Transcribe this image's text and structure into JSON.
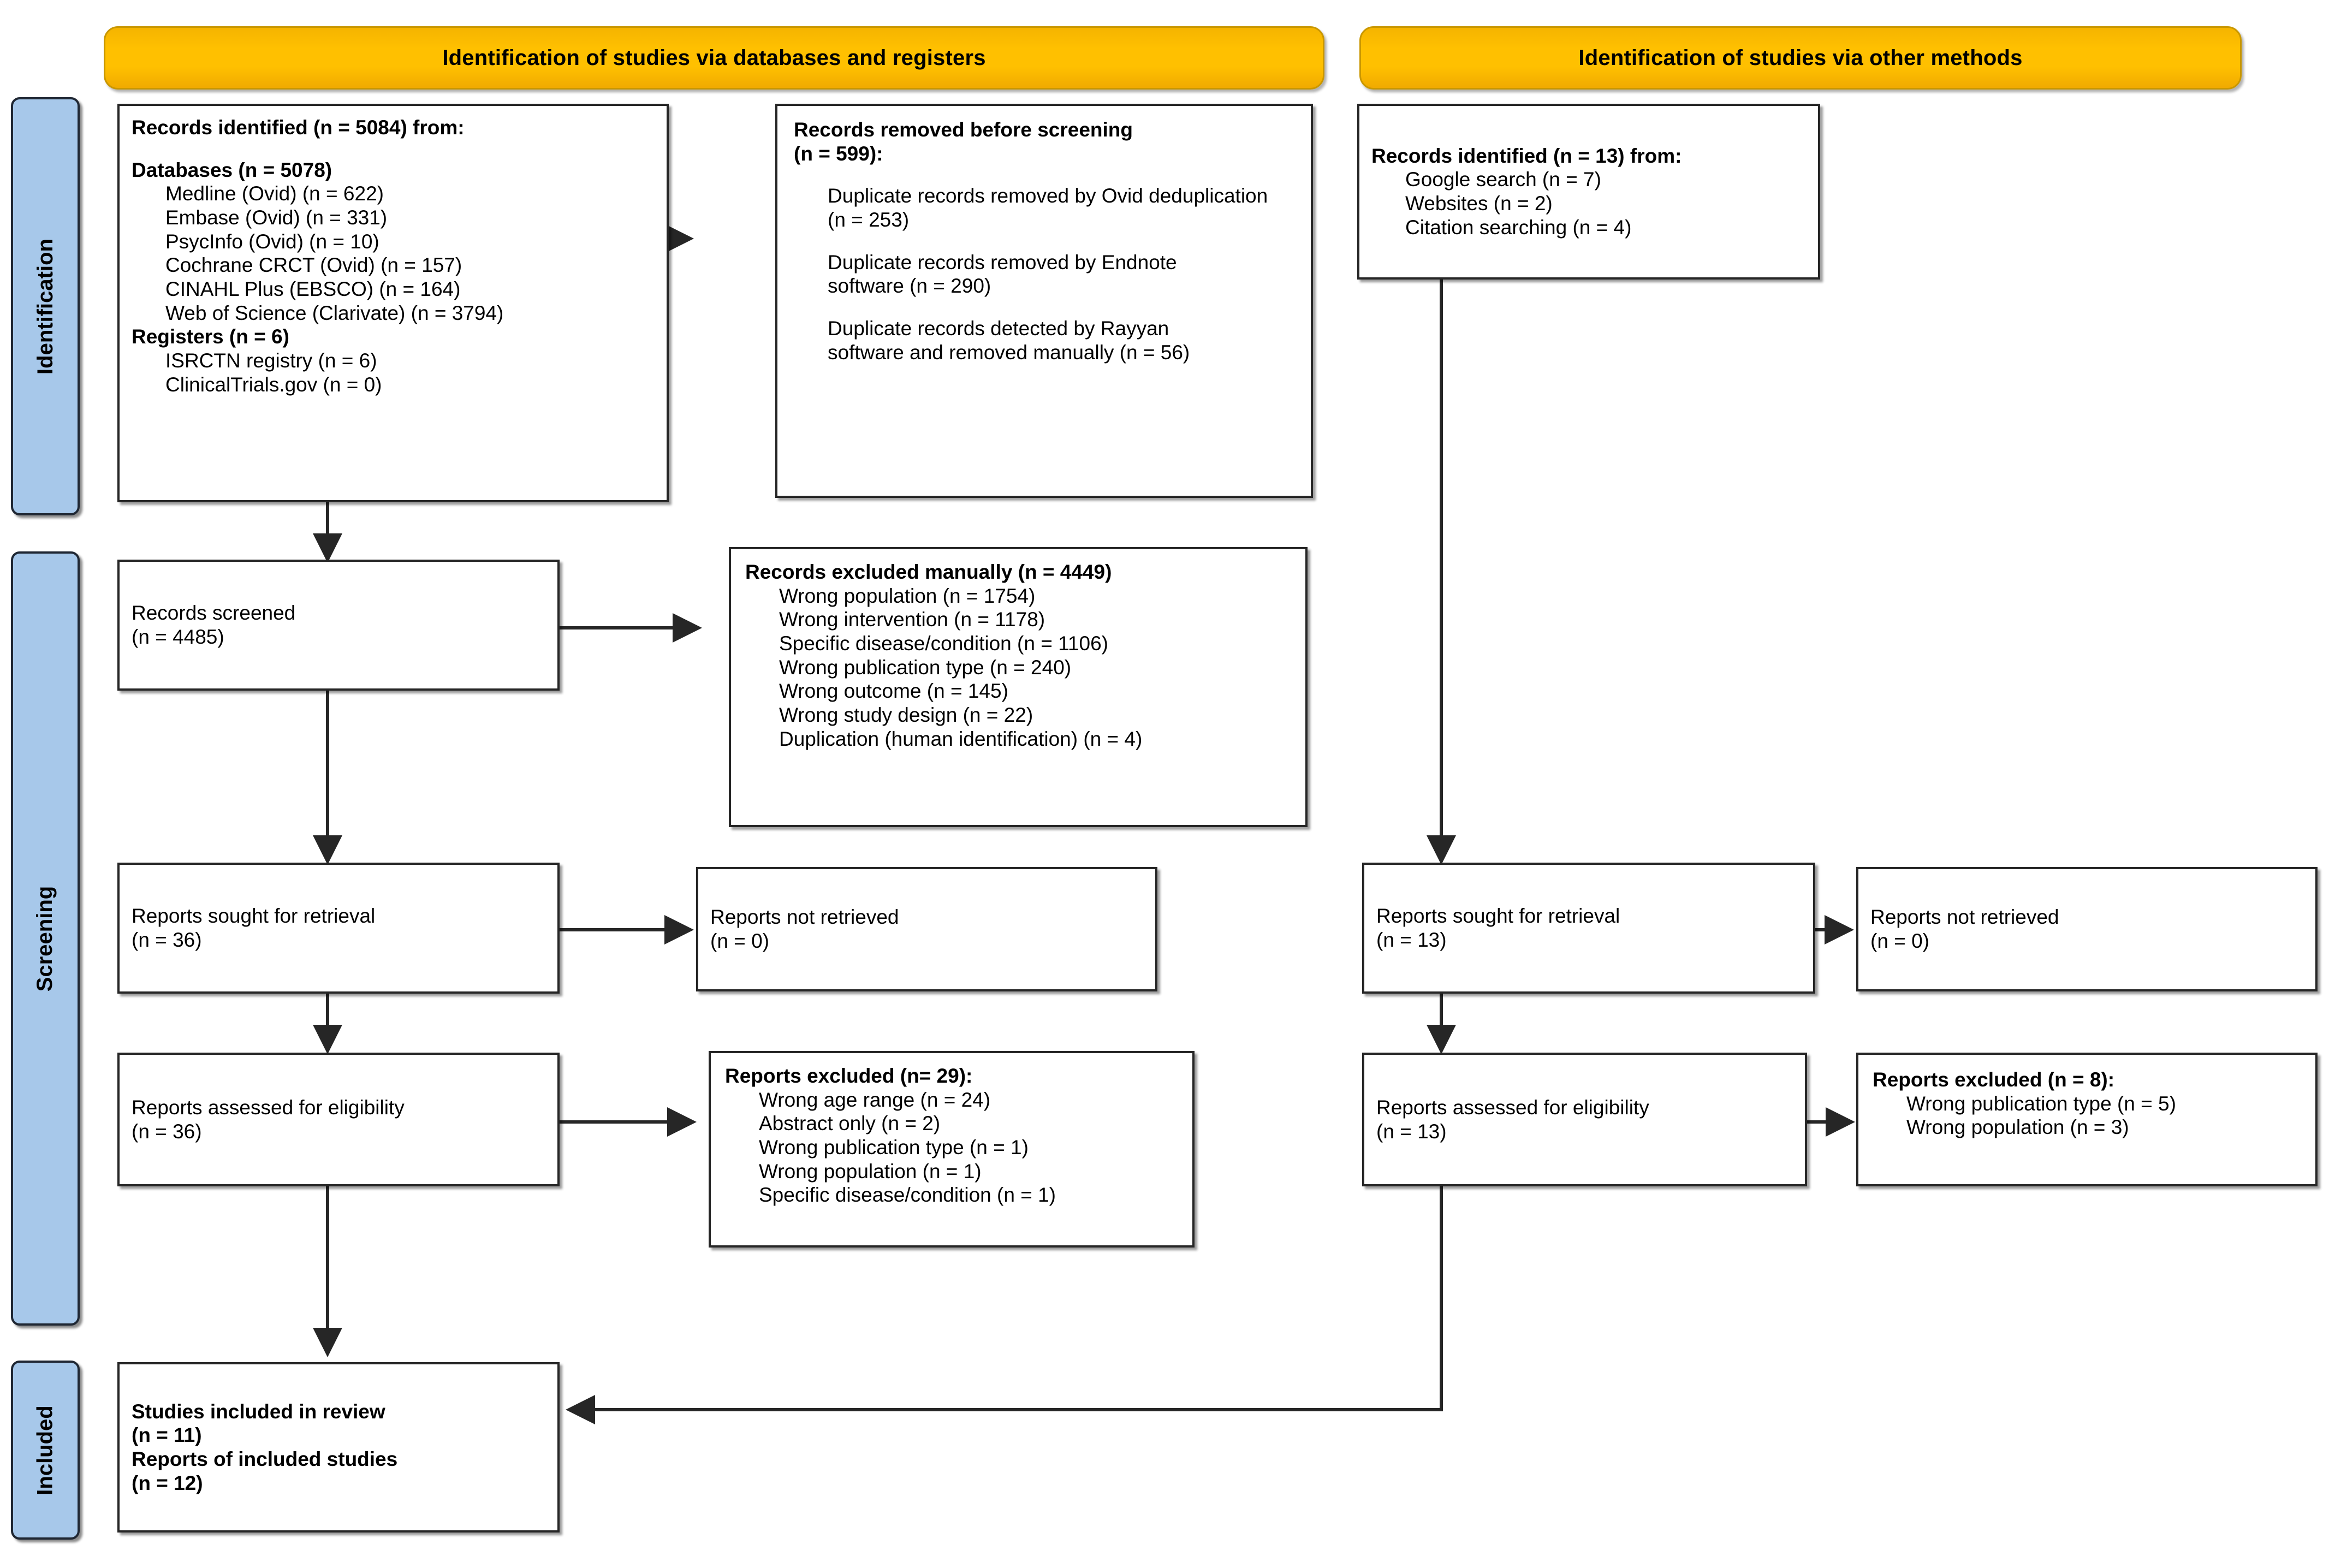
{
  "stages": [
    {
      "id": "identification",
      "label": "Identification"
    },
    {
      "id": "screening",
      "label": "Screening"
    },
    {
      "id": "included",
      "label": "Included"
    }
  ],
  "banners": {
    "left": "Identification of studies via databases and registers",
    "right": "Identification of studies via other methods"
  },
  "left_column": {
    "records_identified": {
      "title": "Records identified (n = 5084) from:",
      "databases_header": "Databases (n = 5078)",
      "databases": [
        "Medline (Ovid) (n = 622)",
        "Embase (Ovid) (n = 331)",
        "PsycInfo (Ovid) (n = 10)",
        "Cochrane CRCT (Ovid) (n = 157)",
        "CINAHL Plus (EBSCO) (n = 164)",
        "Web of Science (Clarivate) (n = 3794)"
      ],
      "registers_header": "Registers (n = 6)",
      "registers": [
        "ISRCTN registry (n = 6)",
        "ClinicalTrials.gov (n = 0)"
      ]
    },
    "records_removed": {
      "title_line1": "Records removed before screening",
      "title_line2": "(n = 599):",
      "items": [
        "Duplicate records removed by Ovid deduplication (n = 253)",
        "Duplicate records removed by Endnote software (n = 290)",
        "Duplicate records detected by Rayyan software and removed manually (n = 56)"
      ]
    },
    "records_screened": {
      "line1": "Records screened",
      "line2": "(n = 4485)"
    },
    "records_excluded": {
      "title": "Records excluded manually (n = 4449)",
      "items": [
        "Wrong population (n = 1754)",
        "Wrong intervention (n = 1178)",
        "Specific disease/condition (n = 1106)",
        "Wrong publication type (n = 240)",
        "Wrong outcome (n = 145)",
        "Wrong study design (n = 22)",
        "Duplication (human identification) (n = 4)"
      ]
    },
    "reports_sought": {
      "line1": "Reports sought for retrieval",
      "line2": "(n = 36)"
    },
    "reports_not_retrieved": {
      "line1": "Reports not retrieved",
      "line2": "(n = 0)"
    },
    "reports_assessed": {
      "line1": "Reports assessed for eligibility",
      "line2": "(n = 36)"
    },
    "reports_excluded": {
      "title": "Reports excluded (n= 29):",
      "items": [
        "Wrong age range (n = 24)",
        "Abstract only (n = 2)",
        "Wrong publication type (n = 1)",
        "Wrong population (n = 1)",
        "Specific disease/condition (n = 1)"
      ]
    },
    "studies_included": {
      "line1": "Studies included in review",
      "line2": "(n = 11)",
      "line3": "Reports of included studies",
      "line4": "(n = 12)"
    }
  },
  "right_column": {
    "records_identified": {
      "title": "Records identified (n = 13) from:",
      "items": [
        "Google search (n = 7)",
        "Websites (n = 2)",
        "Citation searching (n = 4)"
      ]
    },
    "reports_sought": {
      "line1": "Reports sought for retrieval",
      "line2": "(n = 13)"
    },
    "reports_not_retrieved": {
      "line1": "Reports not retrieved",
      "line2": "(n = 0)"
    },
    "reports_assessed": {
      "line1": "Reports assessed for eligibility",
      "line2": "(n = 13)"
    },
    "reports_excluded": {
      "title": "Reports excluded (n = 8):",
      "items": [
        "Wrong publication type (n = 5)",
        "Wrong population (n = 3)"
      ]
    }
  },
  "colors": {
    "banner_fill": "#ffc000",
    "stage_fill": "#a7c8ea",
    "box_border": "#262626",
    "connector": "#262626",
    "page_background": "#ffffff"
  }
}
